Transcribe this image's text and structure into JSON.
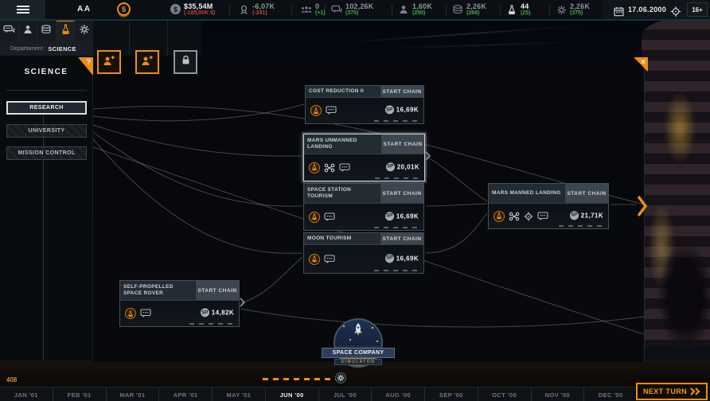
{
  "accent_color": "#ee8d13",
  "top_bar": {
    "company_name": "AA",
    "level_badge": "5",
    "stats": [
      {
        "icon": "money-icon",
        "value": "$35,54M",
        "delta": "(-185,00K $)",
        "trend": "down"
      },
      {
        "icon": "reputation-medal-icon",
        "value": "-6,07K",
        "delta": "(-241)",
        "trend": "down"
      },
      {
        "icon": "staff-icon",
        "value": "0",
        "delta": "(+1)",
        "trend": "up"
      },
      {
        "icon": "fans-chat-icon",
        "value": "102,26K",
        "delta": "(375)",
        "trend": "up"
      },
      {
        "icon": "employees-icon",
        "value": "1,60K",
        "delta": "(250)",
        "trend": "up"
      },
      {
        "icon": "money-tokens-icon",
        "value": "2,26K",
        "delta": "(268)",
        "trend": "up"
      },
      {
        "icon": "science-flask-icon",
        "value": "44",
        "delta": "(25)",
        "trend": "up"
      },
      {
        "icon": "engineering-gear-icon",
        "value": "2,26K",
        "delta": "(375)",
        "trend": "up"
      }
    ],
    "date": "17.06.2000",
    "age_rating": "16+"
  },
  "toolbar": {
    "department_label": "Departament :",
    "department_value": "SCIENCE",
    "tab_icons": [
      "comms-icon",
      "hr-icon",
      "finance-icon",
      "science-flask-icon",
      "engineering-gear-icon"
    ],
    "selected_tab": "science",
    "help_tag": "?"
  },
  "science_panel": {
    "title": "SCIENCE",
    "nav_buttons": [
      {
        "label": "RESEARCH",
        "active": true
      },
      {
        "label": "UNIVERSITY",
        "active": false
      },
      {
        "label": "MISSION CONTROL",
        "active": false
      }
    ]
  },
  "research_tree": {
    "start_chain_label": "START CHAIN",
    "sp_badge_label": "SP",
    "close_button": "×",
    "nodes": [
      {
        "title": "COST REDUCTION II",
        "cost": "16,69K",
        "icons": [
          "science-flask-icon",
          "comment-icon"
        ],
        "selected": false
      },
      {
        "title": "MARS UNMANNED LANDING",
        "cost": "20,01K",
        "icons": [
          "science-flask-icon",
          "drone-icon",
          "comment-icon"
        ],
        "selected": true
      },
      {
        "title": "SPACE STATION TOURISM",
        "cost": "16,69K",
        "icons": [
          "science-flask-icon",
          "comment-icon"
        ],
        "selected": false
      },
      {
        "title": "MOON TOURISM",
        "cost": "16,69K",
        "icons": [
          "science-flask-icon",
          "comment-icon"
        ],
        "selected": false
      },
      {
        "title": "MARS MANNED LANDING",
        "cost": "21,71K",
        "icons": [
          "science-flask-icon",
          "drone-icon",
          "target-icon",
          "comment-icon"
        ],
        "selected": false
      },
      {
        "title": "SELF-PROPELLED SPACE ROVER",
        "cost": "14,82K",
        "icons": [
          "science-flask-icon",
          "comment-icon"
        ],
        "selected": false
      }
    ]
  },
  "logo": {
    "title": "SPACE COMPANY",
    "subtitle": "SIMULATOR"
  },
  "footer": {
    "version": "408",
    "months": [
      "JAN '01",
      "FEB '01",
      "MAR '01",
      "APR '01",
      "MAY '01",
      "JUN '00",
      "JUL '00",
      "AUG '00",
      "SEP '00",
      "OCT '00",
      "NOV '00",
      "DEC '00"
    ],
    "active_month": "JUN '00",
    "next_turn_label": "NEXT TURN"
  }
}
